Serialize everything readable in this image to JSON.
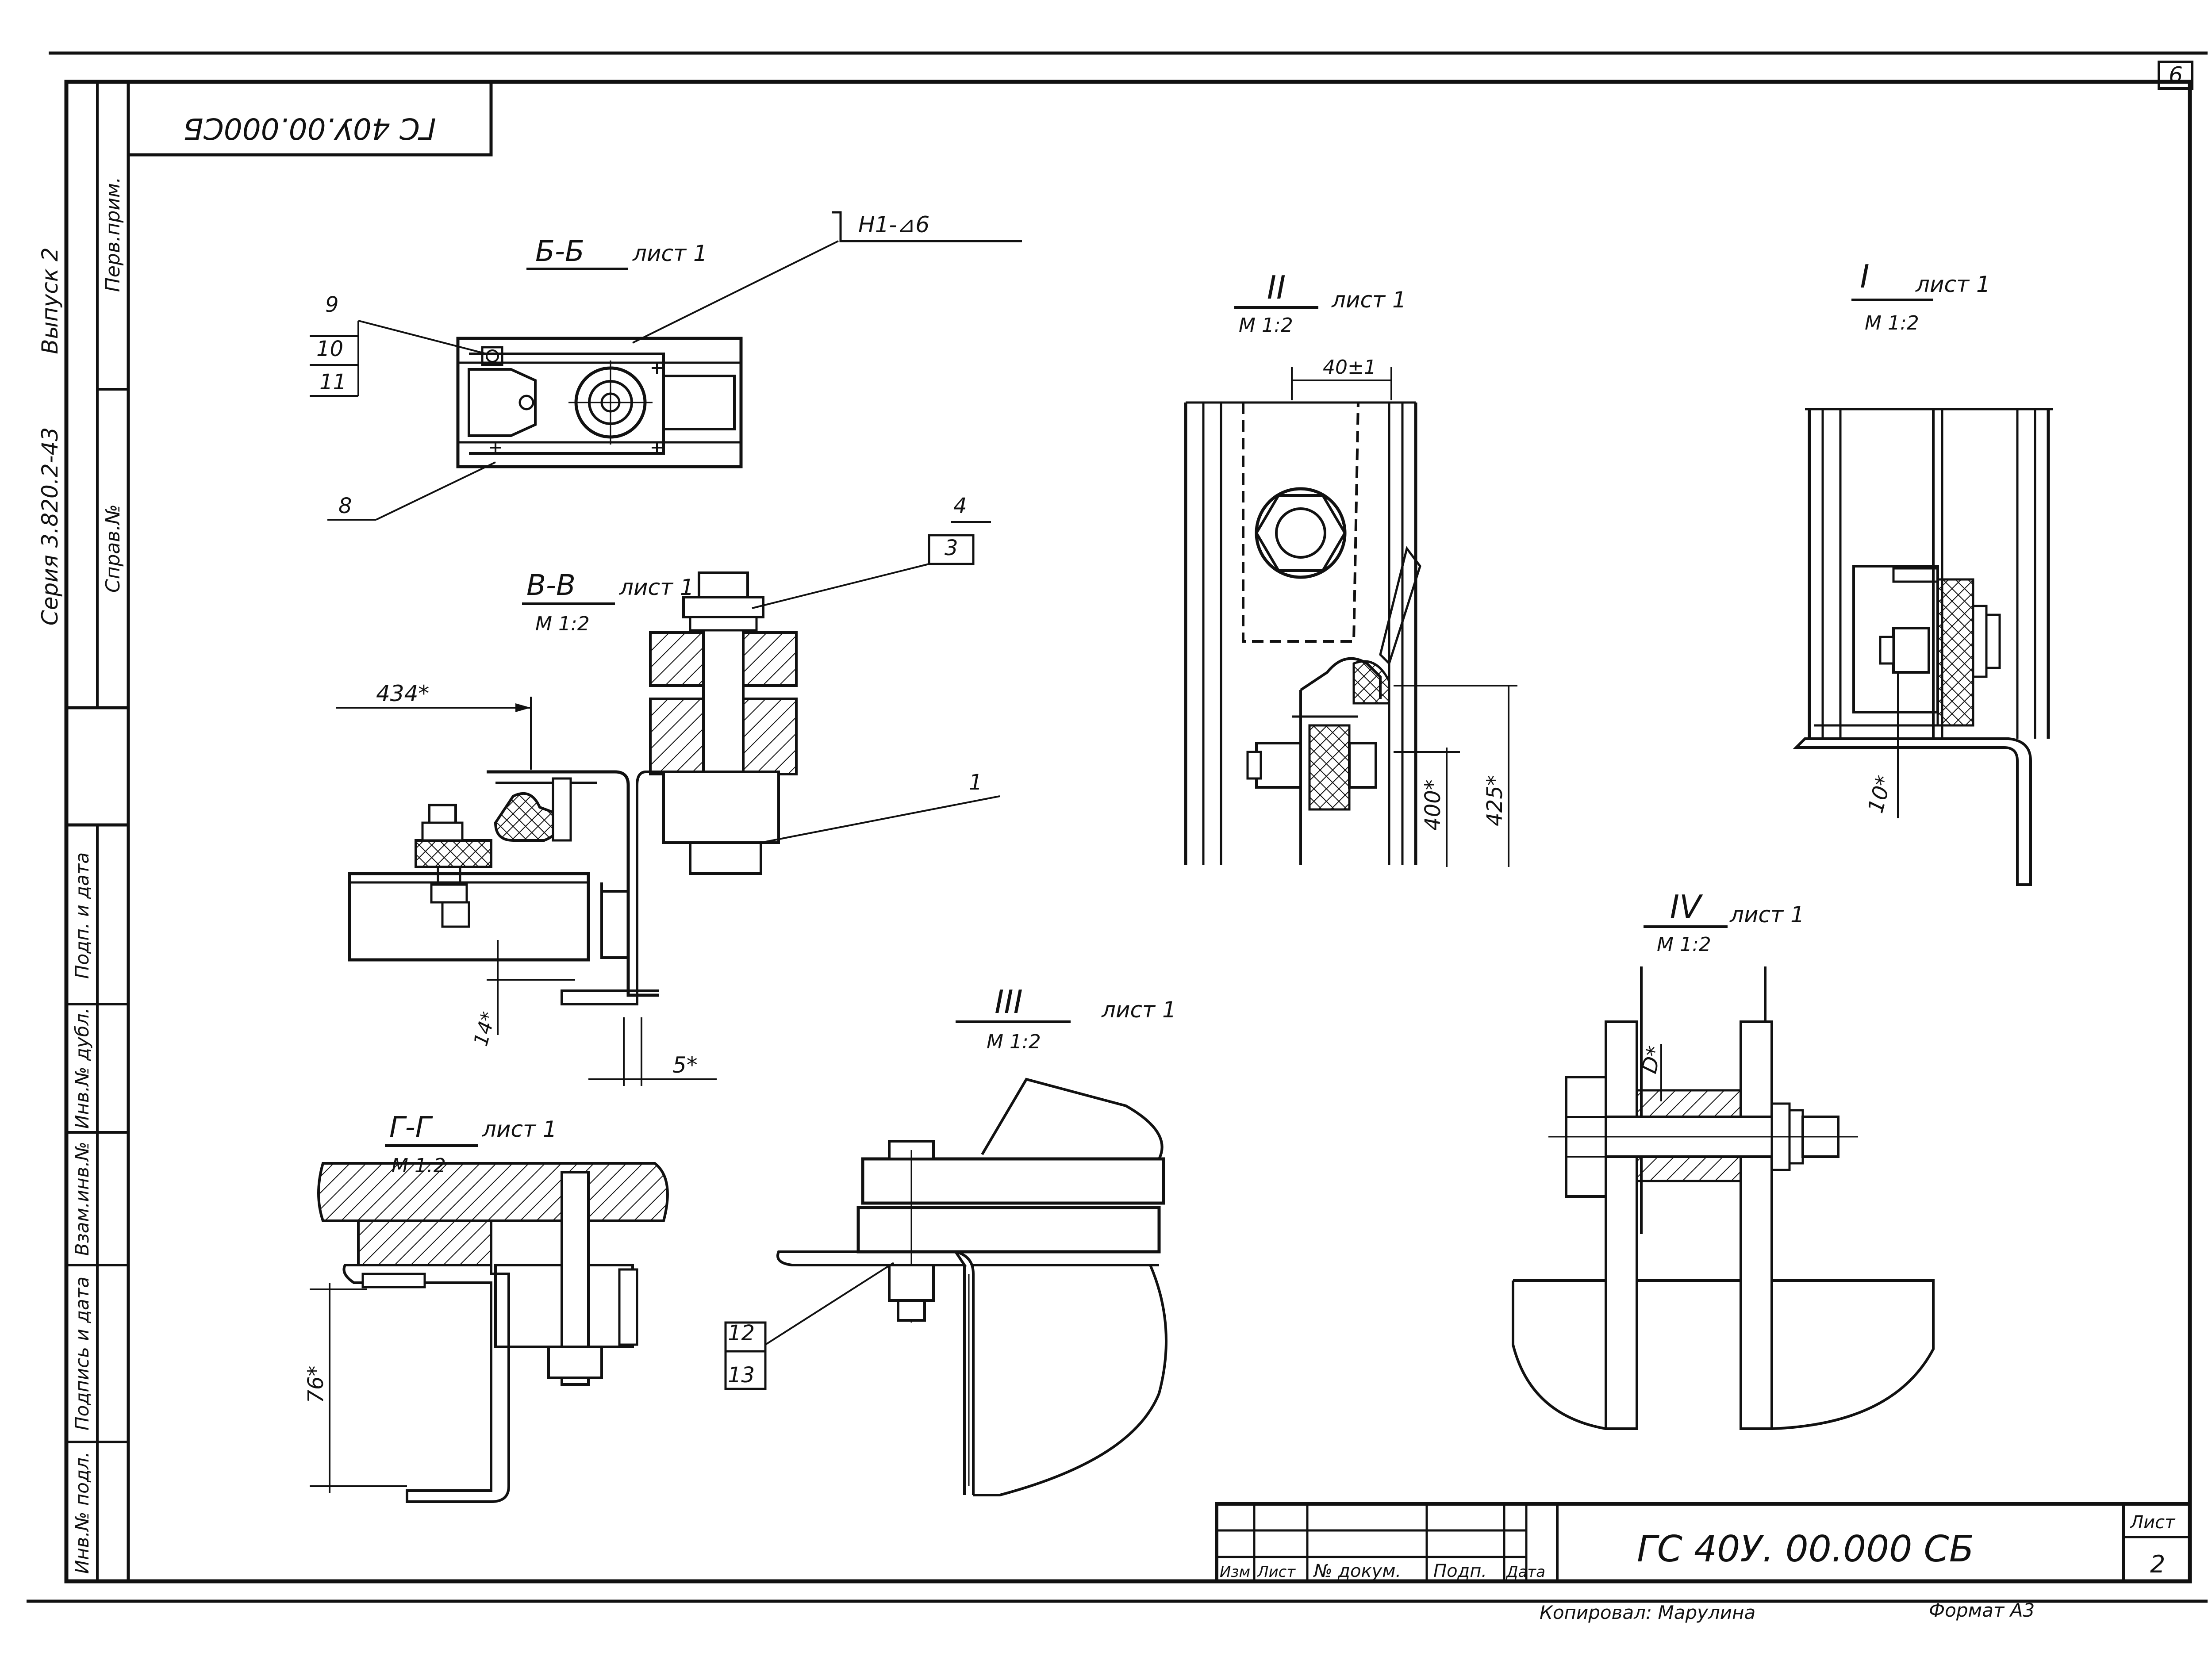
{
  "sheet": {
    "corner_page": "6",
    "top_stamp": "ГС 40У.00.000СБ",
    "side_columns": {
      "series": "Серия 3.820.2-43",
      "issue": "Выпуск 2",
      "first_use": "Перв.прим.",
      "reference_no": "Справ.№",
      "sign_date": "Подп. и дата",
      "dup_inv": "Инв.№ дубл.",
      "replace_inv": "Взам.инв.№",
      "sign_date_2": "Подпись и дата",
      "orig_inv": "Инв.№ подл."
    }
  },
  "views": {
    "b_b": {
      "title": "Б-Б",
      "sheet_ref": "лист 1",
      "weld": "Н1-⊿6"
    },
    "v_v": {
      "title": "В-В",
      "sheet_ref": "лист 1",
      "scale": "М 1:2"
    },
    "g_g": {
      "title": "Г-Г",
      "sheet_ref": "лист 1",
      "scale": "М 1:2"
    },
    "detail_1": {
      "title": "I",
      "sheet_ref": "лист 1",
      "scale": "М 1:2"
    },
    "detail_2": {
      "title": "II",
      "sheet_ref": "лист 1",
      "scale": "М 1:2"
    },
    "detail_3": {
      "title": "III",
      "sheet_ref": "лист 1",
      "scale": "М 1:2"
    },
    "detail_4": {
      "title": "IV",
      "sheet_ref": "лист 1",
      "scale": "М 1:2"
    }
  },
  "dimensions": {
    "d434": "434*",
    "d14": "14*",
    "d5": "5*",
    "d76": "76*",
    "d40": "40±1",
    "d400": "400*",
    "d425": "425*",
    "d10": "10*",
    "dD": "D*"
  },
  "callouts": {
    "c1": "1",
    "c3": "3",
    "c4": "4",
    "c8": "8",
    "c9": "9",
    "c10": "10",
    "c11": "11",
    "c12": "12",
    "c13": "13"
  },
  "title_block": {
    "headers": [
      "Изм",
      "Лист",
      "№ докум.",
      "Подп.",
      "Дата"
    ],
    "designation": "ГС 40У. 00.000 СБ",
    "sheet_label": "Лист",
    "sheet_number": "2",
    "copied_by": "Копировал: Марулина",
    "format": "Формат А3"
  }
}
